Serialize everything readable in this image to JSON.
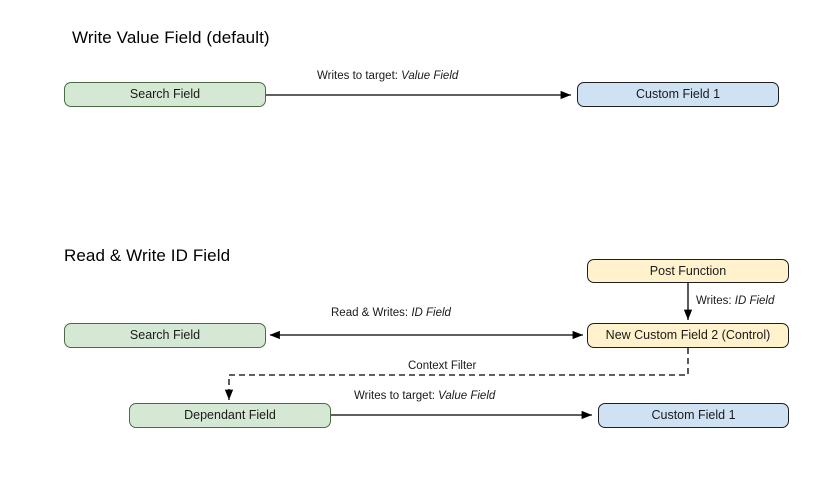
{
  "diagram": {
    "background_color": "#ffffff",
    "palette": {
      "green_fill": "#d5e8d4",
      "green_stroke": "#4a6b44",
      "blue_fill": "#cfe2f3",
      "blue_stroke": "#1f1f1f",
      "orange_fill": "#fff2cc",
      "orange_stroke": "#1f1f1f",
      "edge_stroke": "#000000",
      "text_color": "#1a1a1a"
    },
    "sections": [
      {
        "id": "write-value-field",
        "title": "Write Value Field (default)",
        "nodes": [
          {
            "id": "s1-search-field",
            "label": "Search Field",
            "style": "green"
          },
          {
            "id": "s1-custom-field-1",
            "label": "Custom Field 1",
            "style": "blue"
          }
        ],
        "edges": [
          {
            "id": "s1-writes-to-target",
            "label_prefix": "Writes to target: ",
            "label_emphasis": "Value Field",
            "from": "s1-search-field",
            "to": "s1-custom-field-1",
            "style": "solid",
            "arrows": "end"
          }
        ]
      },
      {
        "id": "read-write-id-field",
        "title": "Read & Write ID Field",
        "nodes": [
          {
            "id": "s2-post-function",
            "label": "Post Function",
            "style": "orange"
          },
          {
            "id": "s2-search-field",
            "label": "Search Field",
            "style": "green"
          },
          {
            "id": "s2-new-custom-field-2",
            "label": "New Custom Field 2 (Control)",
            "style": "orange"
          },
          {
            "id": "s2-dependant-field",
            "label": "Dependant Field",
            "style": "green"
          },
          {
            "id": "s2-custom-field-1",
            "label": "Custom Field 1",
            "style": "blue"
          }
        ],
        "edges": [
          {
            "id": "s2-writes-id-field",
            "label_prefix": "Writes: ",
            "label_emphasis": "ID Field",
            "from": "s2-post-function",
            "to": "s2-new-custom-field-2",
            "style": "solid",
            "arrows": "end"
          },
          {
            "id": "s2-read-writes-id-field",
            "label_prefix": "Read & Writes: ",
            "label_emphasis": "ID Field",
            "from": "s2-new-custom-field-2",
            "to": "s2-search-field",
            "style": "solid",
            "arrows": "both"
          },
          {
            "id": "s2-context-filter",
            "label_prefix": "Context Filter",
            "label_emphasis": "",
            "from": "s2-new-custom-field-2",
            "to": "s2-dependant-field",
            "style": "dashed",
            "arrows": "end"
          },
          {
            "id": "s2-writes-to-target",
            "label_prefix": "Writes to target: ",
            "label_emphasis": "Value Field",
            "from": "s2-dependant-field",
            "to": "s2-custom-field-1",
            "style": "solid",
            "arrows": "end"
          }
        ]
      }
    ]
  }
}
